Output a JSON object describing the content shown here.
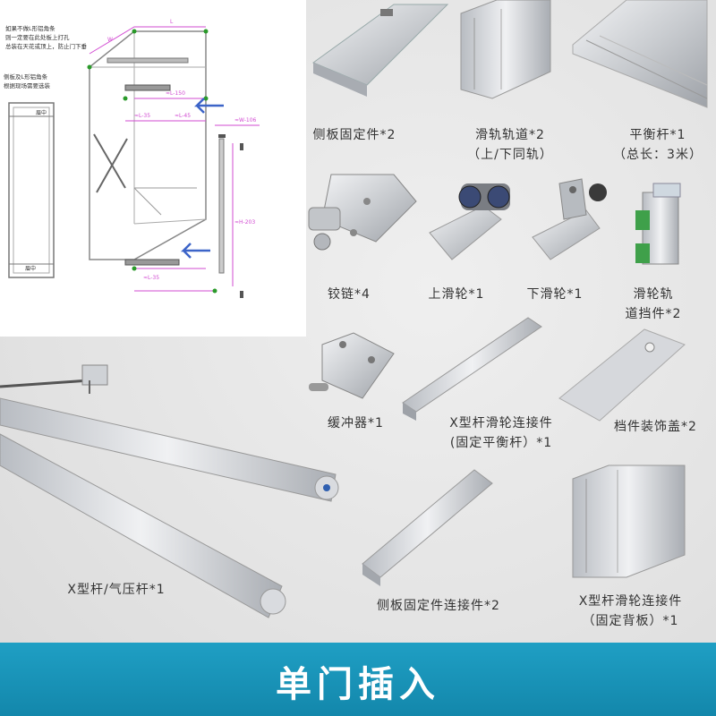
{
  "diagram": {
    "note_top": [
      "如果不做L形铝角条",
      "则一定要在此处板上打孔",
      "总装在天花或顶上，防止门下垂"
    ],
    "note_left": [
      "侧板及L形铝角条",
      "根据现场需要选装"
    ],
    "label_tiao1": "眉中",
    "label_tiao2": "眉中",
    "dims": [
      "W",
      "L",
      "≈L-150",
      "≈L-45",
      "≈L-35",
      "≈W-106",
      "≈H-203",
      "≈L-35"
    ]
  },
  "parts": [
    {
      "id": "side-fixer",
      "label": "侧板固定件*2"
    },
    {
      "id": "slide-rail",
      "label_lines": [
        "滑轨轨道*2",
        "（上/下同轨）"
      ]
    },
    {
      "id": "balance-bar",
      "label_lines": [
        "平衡杆*1",
        "（总长：3米）"
      ]
    },
    {
      "id": "hinge",
      "label": "铰链*4"
    },
    {
      "id": "upper-pulley",
      "label": "上滑轮*1"
    },
    {
      "id": "lower-pulley",
      "label": "下滑轮*1"
    },
    {
      "id": "rail-stopper",
      "label_lines": [
        "滑轮轨",
        "道挡件*2"
      ]
    },
    {
      "id": "buffer",
      "label": "缓冲器*1"
    },
    {
      "id": "x-bar-pulley-connector-balance",
      "label_lines": [
        "X型杆滑轮连接件",
        "(固定平衡杆）*1"
      ]
    },
    {
      "id": "stopper-cover",
      "label": "档件装饰盖*2"
    },
    {
      "id": "x-bar",
      "label": "X型杆/气压杆*1"
    },
    {
      "id": "side-fixer-connector",
      "label": "侧板固定件连接件*2"
    },
    {
      "id": "x-bar-pulley-connector-back",
      "label_lines": [
        "X型杆滑轮连接件",
        "（固定背板）*1"
      ]
    }
  ],
  "banner": {
    "title": "单门插入"
  },
  "colors": {
    "banner": "#1a96bd",
    "metal": "#c9ccd0",
    "diagram_accent": "#d24bd2",
    "arrow": "#3c64c8"
  }
}
